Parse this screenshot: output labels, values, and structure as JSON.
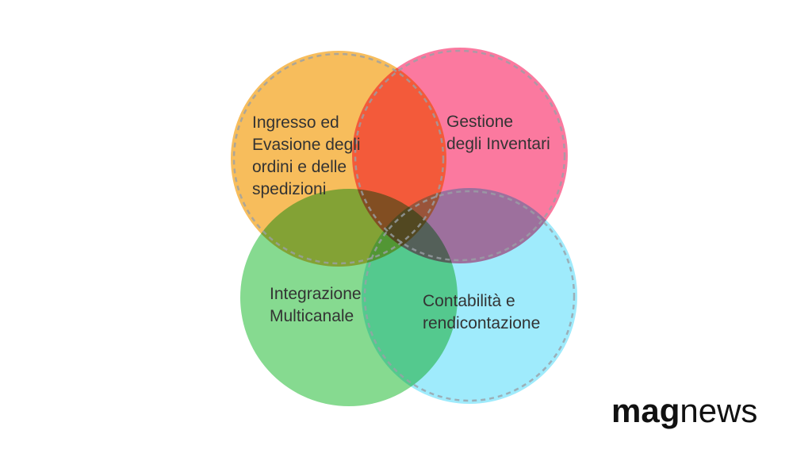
{
  "diagram": {
    "circles": [
      {
        "id": "orders",
        "lines": [
          "Ingresso ed",
          "Evasione degli",
          "ordini e delle",
          "spedizioni"
        ],
        "color": "#f5b43e"
      },
      {
        "id": "inventory",
        "lines": [
          "Gestione",
          "degli Inventari"
        ],
        "color": "#fb6a95"
      },
      {
        "id": "multichannel",
        "lines": [
          "Integrazione",
          "Multicanale"
        ],
        "color": "#6dd37a"
      },
      {
        "id": "accounting",
        "lines": [
          "Contabilità e",
          "rendicontazione"
        ],
        "color": "#8fe6fb"
      }
    ]
  },
  "brand": {
    "logo_part1": "mag",
    "logo_part2": "news"
  }
}
